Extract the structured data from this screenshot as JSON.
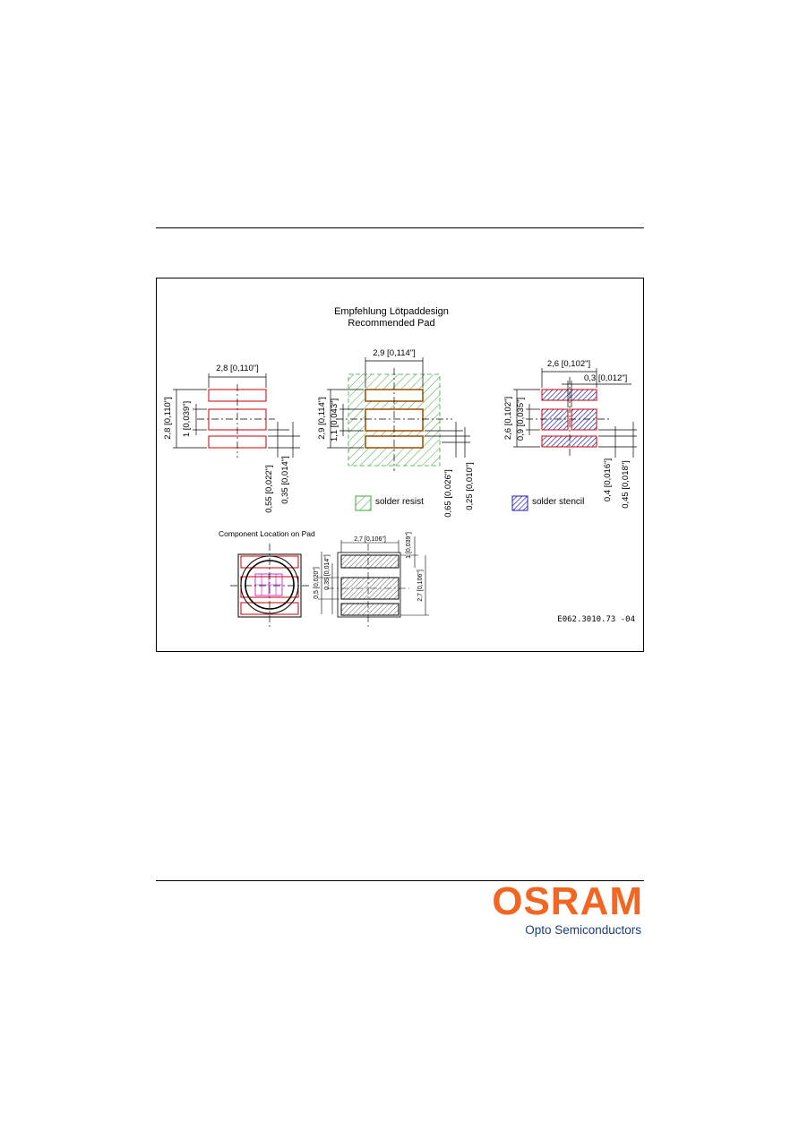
{
  "drawing": {
    "title_de": "Empfehlung Lötpaddesign",
    "title_en": "Recommended Pad",
    "left": {
      "width": "2,8 [0,110\"]",
      "height": "2,8 [0,110\"]",
      "mid": "1 [0,039\"]",
      "gap1": "0,55 [0,022\"]",
      "gap2": "0,35 [0,014\"]"
    },
    "center": {
      "width": "2,9 [0,114\"]",
      "height": "2,9 [0,114\"]",
      "mid": "1,1 [0,043\"]",
      "gap1": "0,65 [0,026\"]",
      "gap2": "0,25 [0,010\"]",
      "legend": "solder resist"
    },
    "right": {
      "width": "2,6 [0,102\"]",
      "slot": "0,3 [0,012\"]",
      "height": "2,6 [0,102\"]",
      "mid": "0,9 [0,035\"]",
      "gap1": "0,4 [0,016\"]",
      "gap2": "0,45 [0,018\"]",
      "legend": "solder stencil"
    },
    "component": {
      "caption": "Component Location on Pad",
      "width": "2,7 [0,106\"]",
      "top": "1 [0,039\"]",
      "height": "2,7 [0,106\"]",
      "gap_a": "0,35 [0,014\"]",
      "gap_b": "0,5 [0,020\"]"
    },
    "code": "E062.3010.73 -04"
  },
  "brand": {
    "logo": "OSRAM",
    "subtitle": "Opto Semiconductors",
    "logo_color": "#f26522",
    "subtitle_color": "#1a3e7a"
  },
  "colors": {
    "pad_outline": "#cc0000",
    "resist_green": "#3aa83a",
    "stencil_blue": "#1a1ab4",
    "pad_brown": "#9a4a00"
  }
}
